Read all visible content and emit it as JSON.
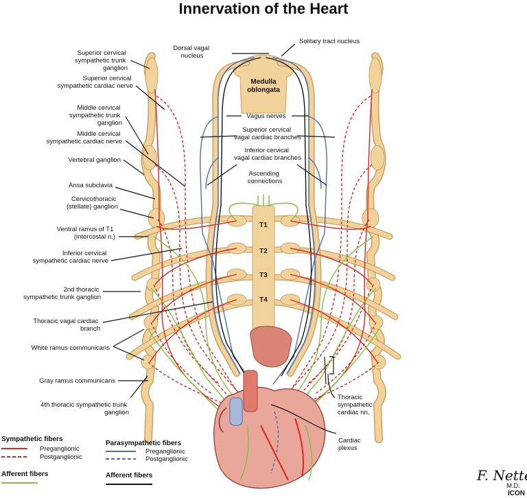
{
  "title": "Innervation of the Heart",
  "center": {
    "medulla": [
      "Medulla",
      "oblongata"
    ],
    "vertebrae": [
      "T1",
      "T2",
      "T3",
      "T4"
    ]
  },
  "labels_left": [
    {
      "id": "superior-cervical-ganglion",
      "lines": [
        "Superior cervical",
        "sympathetic trunk",
        "ganglion"
      ]
    },
    {
      "id": "superior-cervical-cardiac-nerve",
      "lines": [
        "Superior cervical",
        "sympathetic cardiac nerve"
      ]
    },
    {
      "id": "middle-cervical-ganglion",
      "lines": [
        "Middle cervical",
        "sympathetic trunk",
        "ganglion"
      ]
    },
    {
      "id": "middle-cervical-cardiac-nerve",
      "lines": [
        "Middle cervical",
        "sympathetic cardiac nerve"
      ]
    },
    {
      "id": "vertebral-ganglion",
      "lines": [
        "Vertebral ganglion"
      ]
    },
    {
      "id": "ansa-subclavia",
      "lines": [
        "Ansa subclavia"
      ]
    },
    {
      "id": "cervicothoracic-ganglion",
      "lines": [
        "Cervicothoracic",
        "(stellate) ganglion"
      ]
    },
    {
      "id": "ventral-ramus-t1",
      "lines": [
        "Ventral ramus of T1",
        "(intercostal n.)"
      ]
    },
    {
      "id": "inferior-cervical-cardiac-nerve",
      "lines": [
        "Inferior cervical",
        "sympathetic cardiac nerve"
      ]
    },
    {
      "id": "second-thoracic-ganglion",
      "lines": [
        "2nd thoracic",
        "sympathetic trunk ganglion"
      ]
    },
    {
      "id": "thoracic-vagal-cardiac-branch",
      "lines": [
        "Thoracic vagal cardiac",
        "branch"
      ]
    },
    {
      "id": "white-ramus",
      "lines": [
        "White ramus communicans"
      ]
    },
    {
      "id": "gray-ramus",
      "lines": [
        "Gray ramus communicans"
      ]
    },
    {
      "id": "fourth-thoracic-ganglion",
      "lines": [
        "4th thoracic sympathetic trunk",
        "ganglion"
      ]
    }
  ],
  "labels_center": [
    {
      "id": "dorsal-vagal-nucleus",
      "lines": [
        "Dorsal vagal",
        "nucleus"
      ]
    },
    {
      "id": "solitary-tract-nucleus",
      "lines": [
        "Solitary tract nucleus"
      ]
    },
    {
      "id": "vagus-nerves",
      "lines": [
        "Vagus nerves"
      ]
    },
    {
      "id": "superior-cervical-vagal-branches",
      "lines": [
        "Superior cervical",
        "vagal cardiac branches"
      ]
    },
    {
      "id": "inferior-cervical-vagal-branches",
      "lines": [
        "Inferior cervical",
        "vagal cardiac branches"
      ]
    },
    {
      "id": "ascending-connections",
      "lines": [
        "Ascending",
        "connections"
      ]
    }
  ],
  "labels_right": [
    {
      "id": "thoracic-sympathetic-cardiac",
      "lines": [
        "Thoracic",
        "sympathetic",
        "cardiac nn."
      ]
    },
    {
      "id": "cardiac-plexus",
      "lines": [
        "Cardiac",
        "plexus"
      ]
    }
  ],
  "legend": {
    "sympathetic": {
      "heading": "Sympathetic fibers",
      "pre": "Preganglionic",
      "post": "Postganglionic",
      "color": "#e2231a"
    },
    "parasympathetic": {
      "heading": "Parasympathetic fibers",
      "pre": "Preganglionic",
      "post": "Postganglionic",
      "color": "#4a6fb5"
    },
    "afferent_green": {
      "heading": "Afferent fibers",
      "color": "#7ec242"
    },
    "afferent_black": {
      "heading": "Afferent fibers",
      "color": "#111111"
    }
  },
  "signature": {
    "name": "F. Netter",
    "suffix": "M.D.",
    "logo": "ICON"
  },
  "colors": {
    "nerve": "#f1d29a",
    "nerve_edge": "#c9a062",
    "heart": "#e9a79a",
    "heart_edge": "#9c4b44",
    "sympathetic": "#e2231a",
    "parasympathetic": "#4a6fb5",
    "afferent": "#7ec242"
  }
}
